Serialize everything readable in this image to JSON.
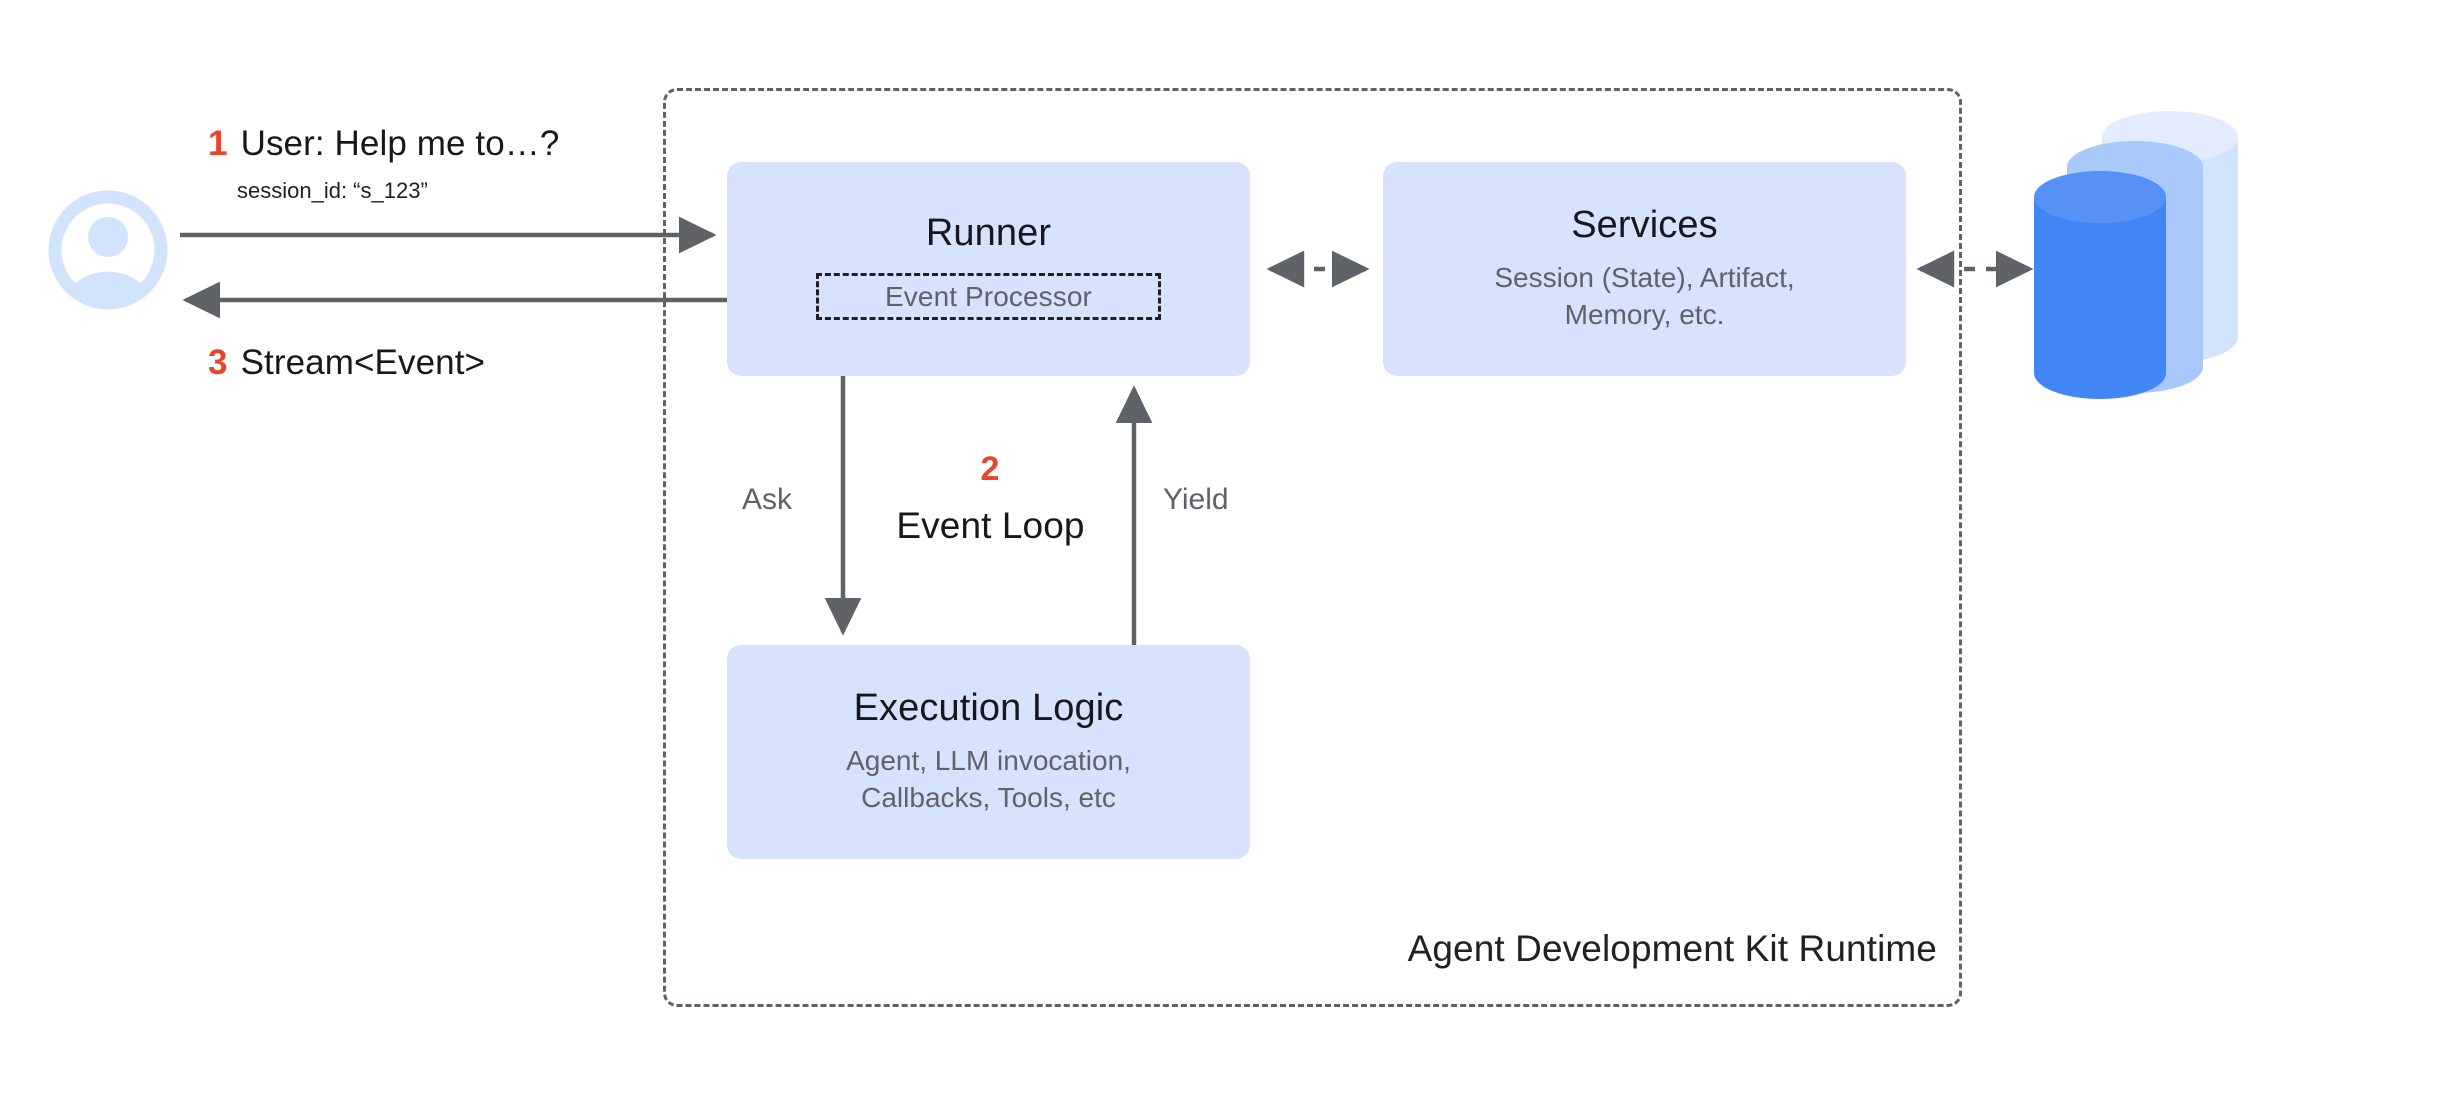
{
  "diagram": {
    "title": "Agent Development Kit Runtime",
    "runtime_label": "Agent Development Kit Runtime"
  },
  "colors": {
    "box_fill": "#d7e3fc",
    "accent_red": "#e8452c",
    "line_gray": "#5f6368",
    "text_dark": "#16181c",
    "text_muted": "#5f6368",
    "storage_front": "#4285f4",
    "storage_mid": "#a8c7fa",
    "storage_back": "#d2e3fc",
    "avatar_blue": "#d2e3fc"
  },
  "actor": {
    "avatar_icon": "user-circle-icon",
    "message_in": {
      "number": "1",
      "text": "User: Help me to…?",
      "detail": "session_id: “s_123”"
    },
    "message_out": {
      "number": "3",
      "text": "Stream<Event>"
    }
  },
  "nodes": {
    "runner": {
      "title": "Runner",
      "inner": {
        "label": "Event Processor",
        "style": "dashed"
      }
    },
    "services": {
      "title": "Services",
      "subtitle": "Session (State), Artifact,\nMemory, etc.",
      "subtitle_line1": "Session (State), Artifact,",
      "subtitle_line2": "Memory, etc."
    },
    "execution_logic": {
      "title": "Execution Logic",
      "subtitle_line1": "Agent, LLM invocation,",
      "subtitle_line2": "Callbacks, Tools, etc"
    },
    "storage": {
      "title": "Storage",
      "icon": "database-cylinder-icon"
    }
  },
  "loop": {
    "number": "2",
    "label": "Event Loop",
    "ask_label": "Ask",
    "yield_label": "Yield"
  },
  "connectors": [
    {
      "name": "user-to-runner",
      "from": "user",
      "to": "runner",
      "style": "solid",
      "direction": "forward"
    },
    {
      "name": "runner-to-user",
      "from": "runner",
      "to": "user",
      "style": "solid",
      "direction": "forward"
    },
    {
      "name": "runner-to-services",
      "from": "runner",
      "to": "services",
      "style": "dashed",
      "direction": "both"
    },
    {
      "name": "services-to-storage",
      "from": "services",
      "to": "storage",
      "style": "dashed",
      "direction": "both"
    },
    {
      "name": "runner-ask-exec",
      "from": "runner",
      "to": "execution-logic",
      "style": "solid",
      "direction": "forward"
    },
    {
      "name": "exec-yield-runner",
      "from": "execution-logic",
      "to": "runner",
      "style": "solid",
      "direction": "forward"
    }
  ]
}
